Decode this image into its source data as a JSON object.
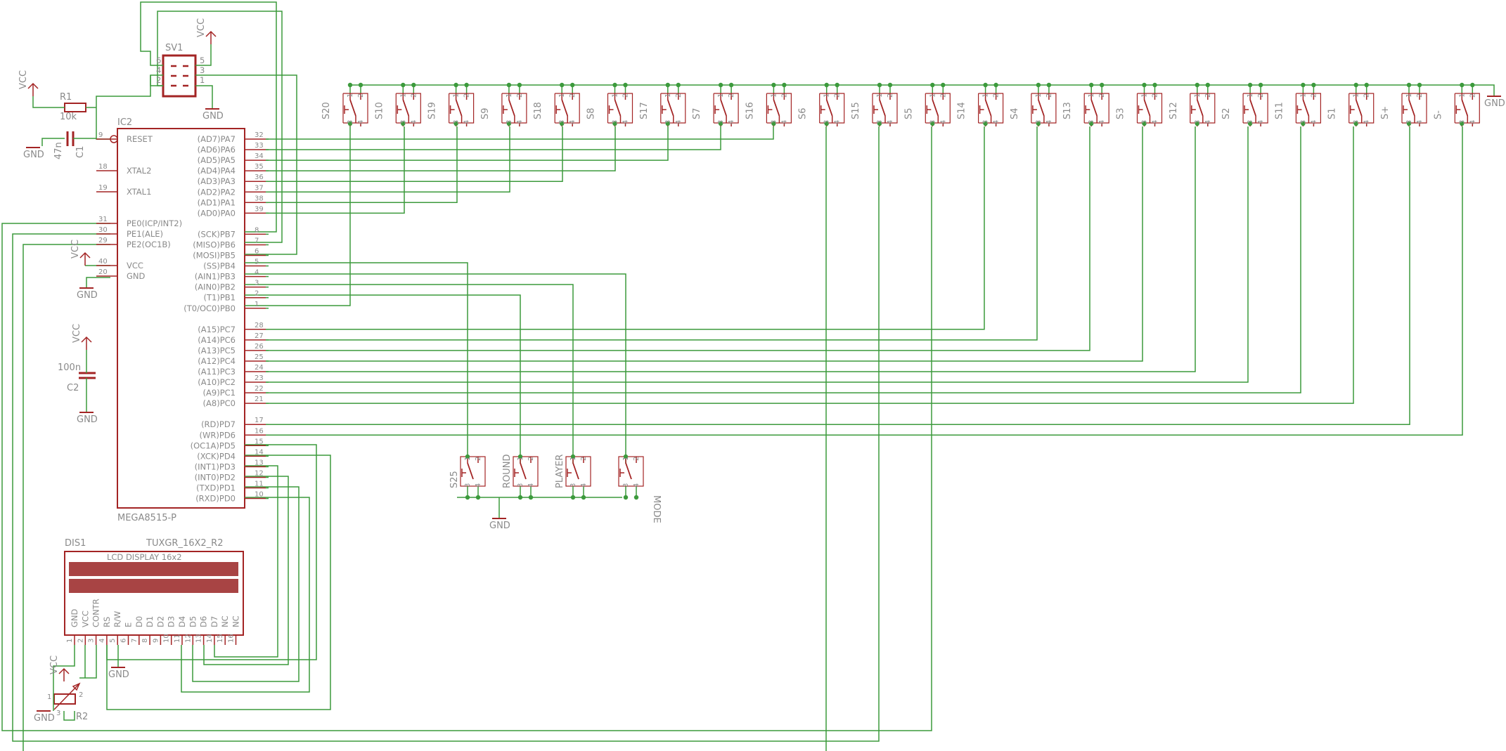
{
  "colors": {
    "wire": "#3c9a3c",
    "part": "#a32424",
    "text": "#8a8a8a",
    "lcd_bar": "#a84444"
  },
  "labels": {
    "sv1": "SV1",
    "r1": "R1",
    "r1_value": "10k",
    "c1": "C1",
    "c1_value": "47n",
    "c2": "C2",
    "c2_value": "100n",
    "r2": "R2",
    "ic2": "IC2",
    "ic2_part": "MEGA8515-P",
    "dis1": "DIS1",
    "dis1_part": "TUXGR_16X2_R2",
    "lcd_title": "LCD DISPLAY 16x2",
    "vcc": "VCC",
    "gnd": "GND"
  },
  "sv1_pins": [
    "6",
    "4",
    "2",
    "5",
    "3",
    "1"
  ],
  "ic_left_pins": [
    {
      "num": "9",
      "name": "RESET"
    },
    {
      "num": "18",
      "name": "XTAL2"
    },
    {
      "num": "19",
      "name": "XTAL1"
    },
    {
      "num": "31",
      "name": "PE0(ICP/INT2)"
    },
    {
      "num": "30",
      "name": "PE1(ALE)"
    },
    {
      "num": "29",
      "name": "PE2(OC1B)"
    },
    {
      "num": "40",
      "name": "VCC"
    },
    {
      "num": "20",
      "name": "GND"
    }
  ],
  "ic_right_pins": [
    {
      "num": "32",
      "name": "(AD7)PA7"
    },
    {
      "num": "33",
      "name": "(AD6)PA6"
    },
    {
      "num": "34",
      "name": "(AD5)PA5"
    },
    {
      "num": "35",
      "name": "(AD4)PA4"
    },
    {
      "num": "36",
      "name": "(AD3)PA3"
    },
    {
      "num": "37",
      "name": "(AD2)PA2"
    },
    {
      "num": "38",
      "name": "(AD1)PA1"
    },
    {
      "num": "39",
      "name": "(AD0)PA0"
    },
    {
      "num": "8",
      "name": "(SCK)PB7"
    },
    {
      "num": "7",
      "name": "(MISO)PB6"
    },
    {
      "num": "6",
      "name": "(MOSI)PB5"
    },
    {
      "num": "5",
      "name": "(SS)PB4"
    },
    {
      "num": "4",
      "name": "(AIN1)PB3"
    },
    {
      "num": "3",
      "name": "(AIN0)PB2"
    },
    {
      "num": "2",
      "name": "(T1)PB1"
    },
    {
      "num": "1",
      "name": "(T0/OC0)PB0"
    },
    {
      "num": "28",
      "name": "(A15)PC7"
    },
    {
      "num": "27",
      "name": "(A14)PC6"
    },
    {
      "num": "26",
      "name": "(A13)PC5"
    },
    {
      "num": "25",
      "name": "(A12)PC4"
    },
    {
      "num": "24",
      "name": "(A11)PC3"
    },
    {
      "num": "23",
      "name": "(A10)PC2"
    },
    {
      "num": "22",
      "name": "(A9)PC1"
    },
    {
      "num": "21",
      "name": "(A8)PC0"
    },
    {
      "num": "17",
      "name": "(RD)PD7"
    },
    {
      "num": "16",
      "name": "(WR)PD6"
    },
    {
      "num": "15",
      "name": "(OC1A)PD5"
    },
    {
      "num": "14",
      "name": "(XCK)PD4"
    },
    {
      "num": "13",
      "name": "(INT1)PD3"
    },
    {
      "num": "12",
      "name": "(INT0)PD2"
    },
    {
      "num": "11",
      "name": "(TXD)PD1"
    },
    {
      "num": "10",
      "name": "(RXD)PD0"
    }
  ],
  "top_switches": [
    "S20",
    "S10",
    "S19",
    "S9",
    "S18",
    "S8",
    "S17",
    "S7",
    "S16",
    "S6",
    "S15",
    "S5",
    "S14",
    "S4",
    "S13",
    "S3",
    "S12",
    "S2",
    "S11",
    "S1",
    "S+",
    "S-"
  ],
  "bottom_switches": [
    "S25",
    "ROUND",
    "PLAYER",
    "MODE"
  ],
  "switch_pin_nums": [
    "1",
    "2",
    "3",
    "4"
  ],
  "lcd_pins": [
    {
      "num": "1",
      "name": "GND"
    },
    {
      "num": "2",
      "name": "VCC"
    },
    {
      "num": "3",
      "name": "CONTR"
    },
    {
      "num": "4",
      "name": "RS"
    },
    {
      "num": "5",
      "name": "R/W"
    },
    {
      "num": "6",
      "name": "E"
    },
    {
      "num": "7",
      "name": "D0"
    },
    {
      "num": "8",
      "name": "D1"
    },
    {
      "num": "9",
      "name": "D2"
    },
    {
      "num": "10",
      "name": "D3"
    },
    {
      "num": "11",
      "name": "D4"
    },
    {
      "num": "12",
      "name": "D5"
    },
    {
      "num": "13",
      "name": "D6"
    },
    {
      "num": "14",
      "name": "D7"
    },
    {
      "num": "15",
      "name": "NC"
    },
    {
      "num": "16",
      "name": "NC"
    }
  ],
  "r2_pins": [
    "1",
    "2",
    "3"
  ]
}
